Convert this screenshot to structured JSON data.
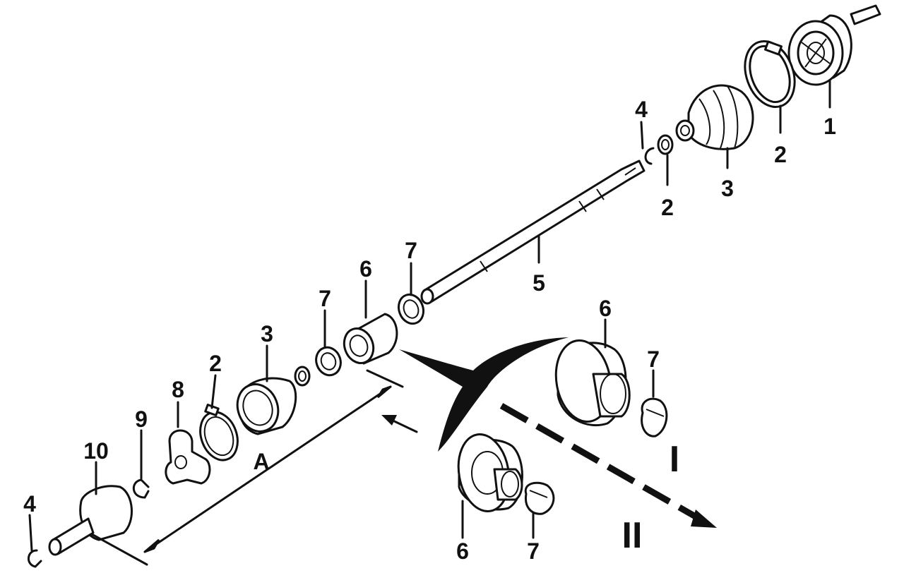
{
  "callouts": {
    "c1": "1",
    "c2_outer_clamp": "2",
    "c2_small_clamp": "2",
    "c2_inner_clamp": "2",
    "c3_outer_boot": "3",
    "c3_inner_boot": "3",
    "c4_outer_ring": "4",
    "c4_end_ring": "4",
    "c5_shaft": "5",
    "c6_housing": "6",
    "c6_detail_i": "6",
    "c6_detail_ii": "6",
    "c7_ring_right": "7",
    "c7_ring_left": "7",
    "c7_detail_i": "7",
    "c7_detail_ii": "7",
    "c8_tripod": "8",
    "c9_circlip": "9",
    "c10_inner_joint": "10",
    "dimension_a": "A",
    "variant_i": "I",
    "variant_ii": "II"
  },
  "colors": {
    "ink": "#111111",
    "paper": "#ffffff"
  }
}
